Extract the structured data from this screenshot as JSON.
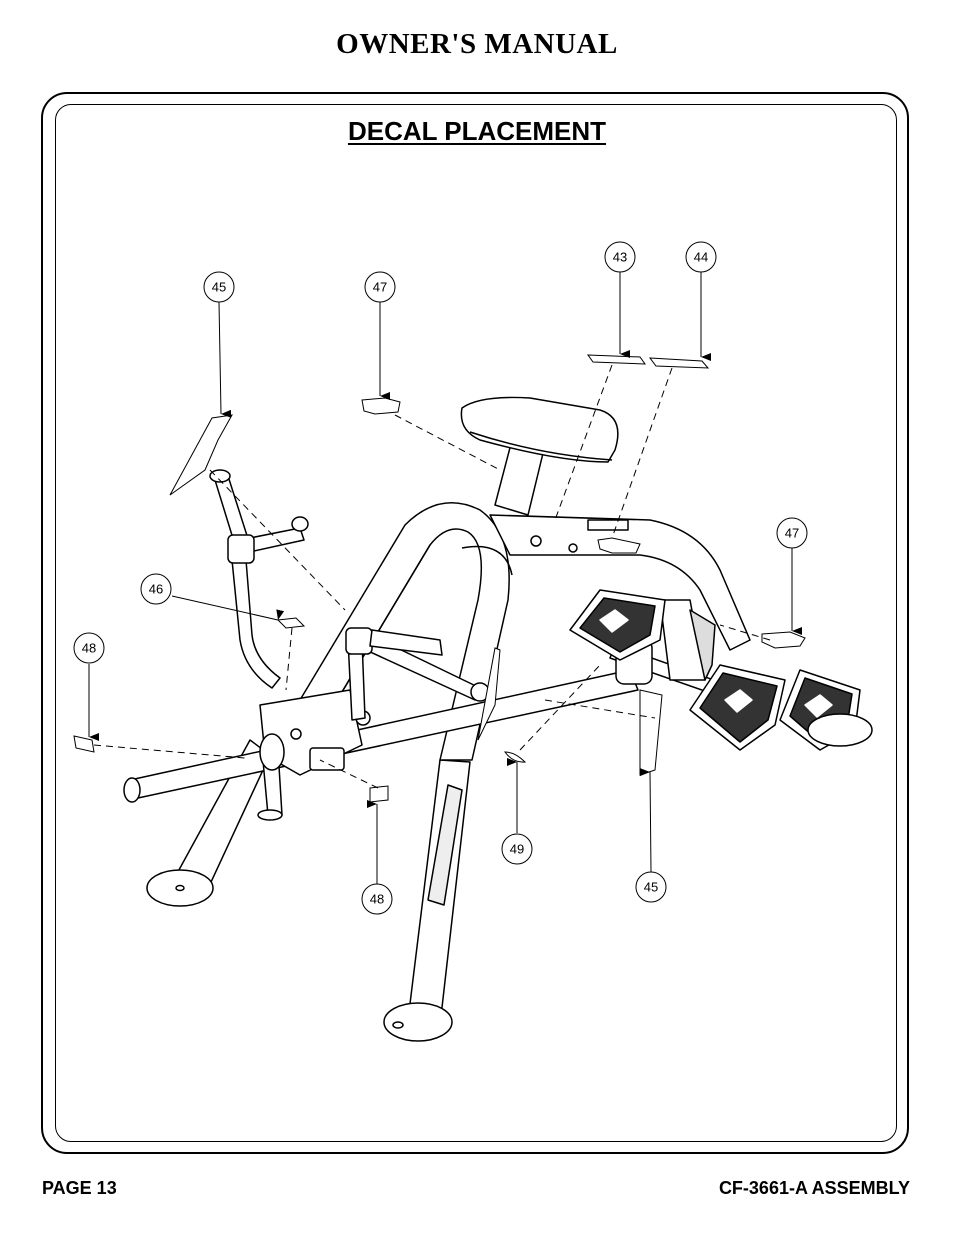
{
  "header": {
    "title": "OWNER'S MANUAL"
  },
  "section": {
    "title": "DECAL PLACEMENT"
  },
  "callouts": {
    "c45a": "45",
    "c47a": "47",
    "c43": "43",
    "c44": "44",
    "c47b": "47",
    "c46": "46",
    "c48a": "48",
    "c48b": "48",
    "c49": "49",
    "c45b": "45"
  },
  "footer": {
    "page": "PAGE 13",
    "model": "CF-3661-A ASSEMBLY"
  }
}
